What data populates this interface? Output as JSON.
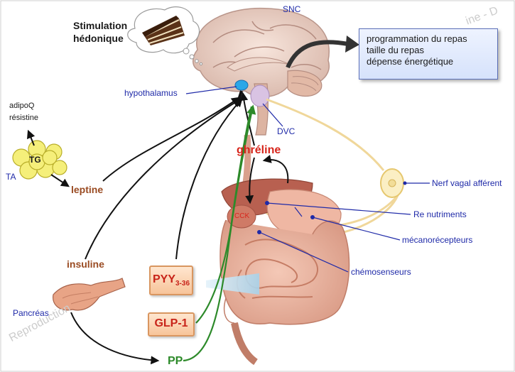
{
  "labels": {
    "snc": "SNC",
    "stimulation_line1": "Stimulation",
    "stimulation_line2": "hédonique",
    "hypothalamus": "hypothalamus",
    "dvc": "DVC",
    "ghreline": "ghréline",
    "adipoq": "adipoQ",
    "resistine": "résistine",
    "tg": "TG",
    "ta": "TA",
    "leptine": "leptine",
    "insuline": "insuline",
    "pancreas": "Pancréas",
    "cck": "CCK",
    "nerf_vagal": "Nerf vagal afférent",
    "re_nutriments": "Re nutriments",
    "mecanorecepteurs": "mécanorécepteurs",
    "chemosenseurs": "chémosenseurs",
    "pp": "PP"
  },
  "program_box": {
    "line1": "programmation du repas",
    "line2": "taille du repas",
    "line3": "dépense énergétique"
  },
  "hormone_boxes": {
    "pyy_main": "PYY",
    "pyy_sub": "3-36",
    "glp1": "GLP-1"
  },
  "watermarks": {
    "bottom_left": "Reproduction",
    "top_right": "ine - D"
  },
  "colors": {
    "blue_label": "#1f2aa8",
    "hormone_red": "#d7261c",
    "leptine_brown": "#9a4b22",
    "pathway_green": "#2d8a2a",
    "vagal_nerve": "#f0d79a",
    "arrow_black": "#111111"
  }
}
